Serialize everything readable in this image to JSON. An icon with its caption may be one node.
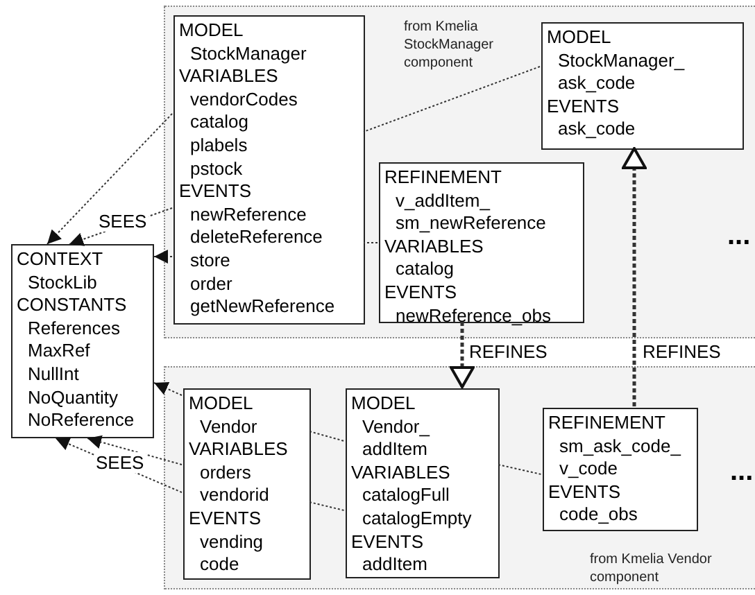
{
  "diagram": {
    "nodes": [
      {
        "text": [
          "from Kmelia StockManager component"
        ]
      },
      {
        "text": [
          "MODEL",
          "StockManager",
          "VARIABLES",
          "vendorCodes",
          "catalog",
          "plabels",
          "pstock",
          "EVENTS",
          "newReference",
          "deleteReference",
          "store",
          "order",
          "getNewReference"
        ],
        "in": 0
      },
      {
        "text": [
          "MODEL",
          "StockManager_ ask_code",
          "EVENTS",
          "ask_code"
        ],
        "in": 0
      },
      {
        "text": [
          "REFINEMENT",
          "v_addItem_ sm_newReference",
          "VARIABLES",
          "catalog",
          "EVENTS",
          "newReference_obs"
        ],
        "in": 0
      },
      {
        "text": [
          "CONTEXT",
          "StockLib",
          "CONSTANTS",
          "References",
          "MaxRef",
          "NullInt",
          "NoQuantity",
          "NoReference"
        ]
      },
      {
        "text": [
          "from Kmelia Vendor component"
        ]
      },
      {
        "text": [
          "MODEL",
          "Vendor",
          "VARIABLES",
          "orders",
          "vendorid",
          "EVENTS",
          "vending",
          "code"
        ],
        "in": 5
      },
      {
        "text": [
          "MODEL",
          "Vendor_ addItem",
          "VARIABLES",
          "catalogFull",
          "catalogEmpty",
          "EVENTS",
          "addItem"
        ],
        "in": 5
      },
      {
        "text": [
          "REFINEMENT",
          "sm_ask_code_ v_code",
          "EVENTS",
          "code_obs"
        ],
        "in": 5
      }
    ],
    "edges": [
      {
        "from": 1,
        "to": 4,
        "arrow": "to"
      },
      {
        "from": 1,
        "to": 4,
        "arrow": "to",
        "label": "SEES"
      },
      {
        "from": 1,
        "to": 4,
        "arrow": "to"
      },
      {
        "from": 2,
        "to": 1,
        "arrow": "none"
      },
      {
        "from": 3,
        "to": 1,
        "arrow": "none"
      },
      {
        "from": 3,
        "to": 7,
        "arrow": "to",
        "label": "REFINES",
        "style": "dashed"
      },
      {
        "from": 8,
        "to": 2,
        "arrow": "to",
        "label": "REFINES",
        "style": "dashed"
      },
      {
        "from": 6,
        "to": 4,
        "arrow": "to"
      },
      {
        "from": 6,
        "to": 4,
        "arrow": "to"
      },
      {
        "from": 6,
        "to": 4,
        "arrow": "to",
        "label": "SEES"
      },
      {
        "from": 6,
        "to": 7,
        "arrow": "none"
      },
      {
        "from": 6,
        "to": 7,
        "arrow": "none"
      },
      {
        "from": 7,
        "to": 8,
        "arrow": "none"
      }
    ],
    "labels": [
      "...",
      "..."
    ]
  }
}
